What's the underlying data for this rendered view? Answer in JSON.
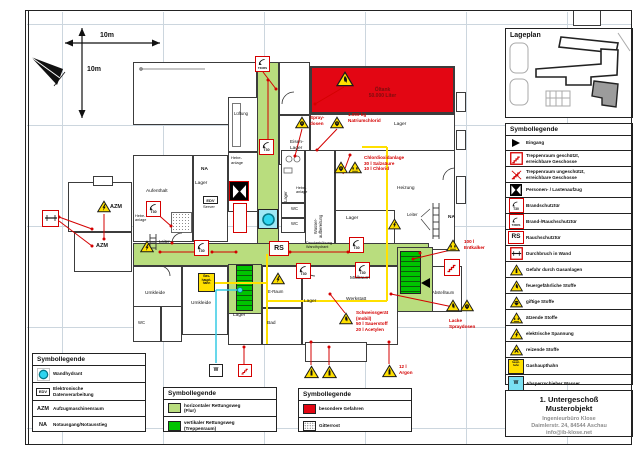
{
  "page": {
    "scale_h": "10m",
    "scale_v": "10m"
  },
  "lageplan": {
    "title": "Lageplan"
  },
  "legend_right": {
    "title": "Symbollegende",
    "rows": [
      {
        "label": "Eingang"
      },
      {
        "label": "Treppenraum geschützt,\nerreichbare Geschosse"
      },
      {
        "label": "Treppenraum ungeschützt,\nerreichbare Geschosse"
      },
      {
        "label": "Personen- / Lastenaufzug"
      },
      {
        "label": "Brandschutztür",
        "icon_label": "T30"
      },
      {
        "label": "Brand-/Rauchschutztür",
        "icon_label": "T30RS"
      },
      {
        "label": "Rauchschutztür",
        "icon_label": "RS"
      },
      {
        "label": "Durchbruch in Wand"
      },
      {
        "label": "Gefahr durch Gasanlagen"
      },
      {
        "label": "feuergefährliche Stoffe"
      },
      {
        "label": "giftige Stoffe"
      },
      {
        "label": "ätzende Stoffe"
      },
      {
        "label": "elektrische Spannung"
      },
      {
        "label": "reizende Stoffe"
      },
      {
        "label": "Gashaupthahn"
      },
      {
        "label": "Absperrschieber Wasser",
        "icon_label": "W"
      }
    ]
  },
  "legend_left": {
    "title": "Symbollegende",
    "rows": [
      {
        "label": "Wandhydrant"
      },
      {
        "label": "Elektronische\nDatenverarbeitung",
        "icon_label": "EDV"
      },
      {
        "label": "Aufzugmaschinenraum",
        "icon_label": "AZM"
      },
      {
        "label": "Notausgang/Notausstieg",
        "icon_label": "NA"
      }
    ]
  },
  "legend_escape": {
    "title": "Symbollegende",
    "rows": [
      {
        "label": "horizontaler Rettungsweg\n(Flur)"
      },
      {
        "label": "vertikaler Rettungsweg\n(Treppenraum)"
      }
    ]
  },
  "legend_danger": {
    "title": "Symbollegende",
    "rows": [
      {
        "label": "besondere Gefahren"
      },
      {
        "label": "Gitterrost"
      }
    ]
  },
  "title_block": {
    "line1": "1. Untergeschoß",
    "line2": "Musterobjekt",
    "company": "Ingenieurbüro Klose",
    "address": "Daimlerstr. 24, 84544 Aschau",
    "email": "info@ib-klose.net"
  },
  "plan": {
    "labels": {
      "lueftung": "Lüftung",
      "lager": "Lager",
      "eisen": "Eisen-\nLager",
      "aufenthalt": "Aufenthalt",
      "na": "NA",
      "azm": "AZM",
      "edv": "EDV",
      "server": "Server",
      "hebeanlage": "Hebe-\nanlage",
      "wc": "WC",
      "wasseraufbereitung": "Wasser-\naufbereitung",
      "heizung": "Heizung",
      "leiter": "Leiter",
      "umkleide": "Umkleide",
      "bad": "Bad",
      "eraum": "E-Raum",
      "muellraum": "Müllraum",
      "werkstatt": "Werkstatt",
      "abstellraum": "Abstellraum",
      "druck": "Druckerhöhung\nWandhydrant",
      "rs": "RS",
      "t30": "T30",
      "t30rs": "T30RS",
      "w": "W",
      "gashaupthahn": "Gas-\nhaupt-\nhahn",
      "oeltank": "Öltank\n50.000 Liter"
    },
    "warnings": {
      "spray": "Spray-\ndosen",
      "natrium": "1.000 kg\nNatriumchlorid",
      "chlor": "Chlordioxidanlage\n30 l Salzsäure\n10 l Chlorid",
      "entkalker": "100 l\nEntkalker",
      "schweiss": "Schweissgerät\n(mobil)\n50 l Sauerstoff\n20 l Acetylen",
      "lacke": "Lacke\nSpraydosen",
      "argon": "12 l\nArgon"
    }
  },
  "colors": {
    "danger_red": "#e30613",
    "line_red": "#d40000",
    "escape_green": "#b9dd7e",
    "stair_green": "#00c400",
    "warning_yellow": "#ffe000",
    "water_cyan": "#45d7f0"
  }
}
